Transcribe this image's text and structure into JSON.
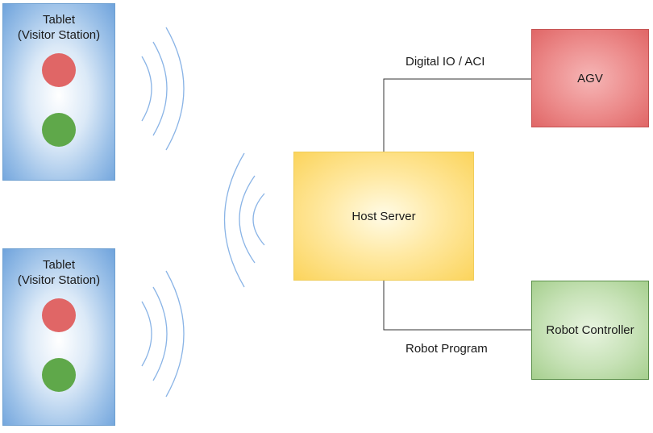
{
  "nodes": {
    "tablet_top": {
      "title_line1": "Tablet",
      "title_line2": "(Visitor Station)"
    },
    "tablet_bottom": {
      "title_line1": "Tablet",
      "title_line2": "(Visitor Station)"
    },
    "host_server": {
      "label": "Host Server"
    },
    "agv": {
      "label": "AGV"
    },
    "robot_controller": {
      "label": "Robot Controller"
    }
  },
  "edges": {
    "host_to_agv": {
      "label": "Digital IO / ACI"
    },
    "host_to_robot": {
      "label": "Robot Program"
    }
  },
  "colors": {
    "tablet_blue": "#6fa3dc",
    "status_red": "#e06666",
    "status_green": "#5fa84a",
    "host_yellow": "#fbd45c",
    "agv_red": "#e06666",
    "robot_green": "#a6cf8e",
    "signal_arc": "#8ab4e6",
    "connector": "#333333"
  }
}
